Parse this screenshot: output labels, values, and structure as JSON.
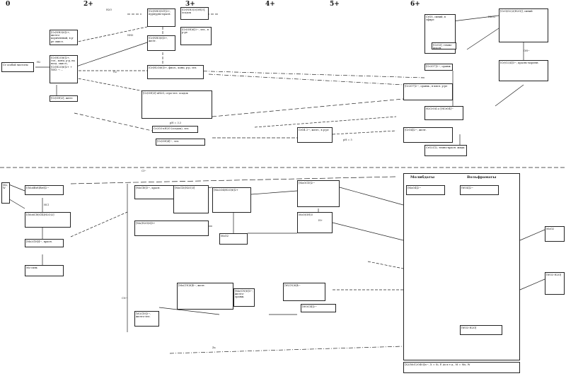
{
  "states": [
    "0",
    "2+",
    "3+",
    "4+",
    "5+",
    "6+"
  ],
  "cr": {
    "start": "Cr особой чистоты",
    "nh3_2": "[Cr(NH3)6]2+, желто-коричневый, в р-ре окисл.",
    "cr_h2o_6": "[Cr(H2O)6]2+, гол., конц. р-р, на возд. окисл.; [Cr(H2O)6]2+ + NH3 → ...",
    "cr_oh2": "[Cr(OH)2], желт.",
    "crnh3cl": "[Cr(NH3)5Cl]2+, пурпурно-красн.",
    "crnh3_6": "[Cr(NH3)6]3+, желт.",
    "cr_h2o_6_3": "[Cr(H2O)6]3+, фиол., конц. р-р, зел.",
    "cr_oh3": "[Cr(OH)3]·nH2O, серо-зел. осадок",
    "cr2o3": "Cr2O3·nH2O (осадок), зел.",
    "cr_oh6": "[Cr(OH)6]3−, зел., в р-ре",
    "cr_oh4": "[Cr(OH)4]−, зел.",
    "crnh3_3": "[Cr(NH3)3(OH)3], осадок",
    "cro4": "CrO4 2−, желт., в р-ре",
    "cro4_2": "[CrO4]2−, желт.",
    "cr2o7": "[Cr2O7]2−, оранж., в кисл. р-ре",
    "cr2o7_b": "[Cr2O7]2−, оранж.",
    "h2cro4": "H2CrO4 ⇌ [HCrO4]−",
    "cro5": "CrO5, синий, в эфире",
    "cro2o2": "[CrO(O2)2(H2O)], синий",
    "cro2cl2": "CrO2Cl2, темно-красн. жидк.",
    "cro8": "[Cr(O2)4]3−, красно-коричн.",
    "cro3": "[CrO3], темно-красн."
  },
  "mo": {
    "left": "Mo, W",
    "mo6br8": "[(Mo6Br8)Br6]2−",
    "mo6cl8": "[(Mo6Cl8)Cl4(H2O)2]",
    "mo2": "[Mo2Cl8]4−, красн.",
    "mocl6": "[MoCl6]3−, красн.",
    "mocl3": "[MoCl3(H2O)3]",
    "mo_h2o6": "[Mo(H2O)6]3+",
    "mo2o4": "[Mo2O4(H2O)6]2+",
    "moo2": "MoO2",
    "mo_cn": "[Mo(CN)8]4−, желт.",
    "mo_cn3": "[Mo(CN)8]3−, желто-оранж.",
    "w_cn": "[W(CN)8]4−",
    "mocl5": "[MoOCl5]2−",
    "mooh": "MoO(OH)3",
    "w3": "[W2Cl9]3−, желто-зел.",
    "w_o": "[WOCl4]2−",
    "mo_blue": "Mo-синь",
    "moo4": "[MoO4]2−",
    "wo4": "[WO4]2−",
    "wo3": "[WO3·H2O]",
    "bottom": "[X2(Mo12O40)]n−, X = Si, P, As и т.д., M = Mo, W"
  },
  "columns": {
    "molybd": "Молибдаты",
    "wolfr": "Вольфраматы"
  },
  "rxn": {
    "h2": "H2",
    "o2": "O2",
    "oh": "OH−",
    "h": "H+",
    "hcl": "HCl",
    "cn": "CN−",
    "ph": "pH = 5",
    "ph2": "pH = 3,3",
    "h2o": "H2O",
    "nh3": "NH3",
    "zn": "Zn",
    "cl": "Cl−",
    "h2o2": "H2O2"
  }
}
